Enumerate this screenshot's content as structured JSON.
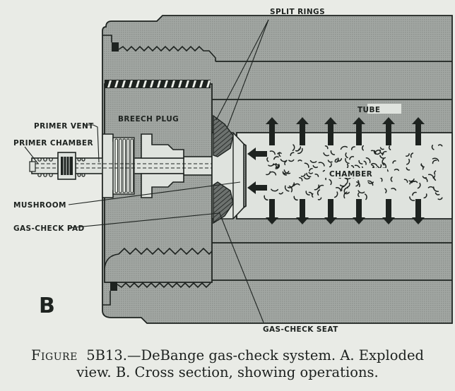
{
  "figure": {
    "panel_letter": "B",
    "labels": {
      "split_rings": "SPLIT RINGS",
      "tube": "TUBE",
      "breech_plug": "BREECH PLUG",
      "primer_vent": "PRIMER VENT",
      "primer_chamber": "PRIMER CHAMBER",
      "chamber": "CHAMBER",
      "mushroom": "MUSHROOM",
      "gas_check_pad": "GAS-CHECK PAD",
      "gas_check_seat": "GAS-CHECK SEAT"
    },
    "colors": {
      "paper": "#e9ebe6",
      "metal": "#9ea39f",
      "ink": "#1e2320",
      "bore": "#dfe3de"
    }
  },
  "caption": {
    "prefix": "Figure",
    "number": "5B13.",
    "line1_text": "—DeBange gas-check system.  A. Exploded",
    "line2_text": "view.  B. Cross section, showing operations."
  }
}
